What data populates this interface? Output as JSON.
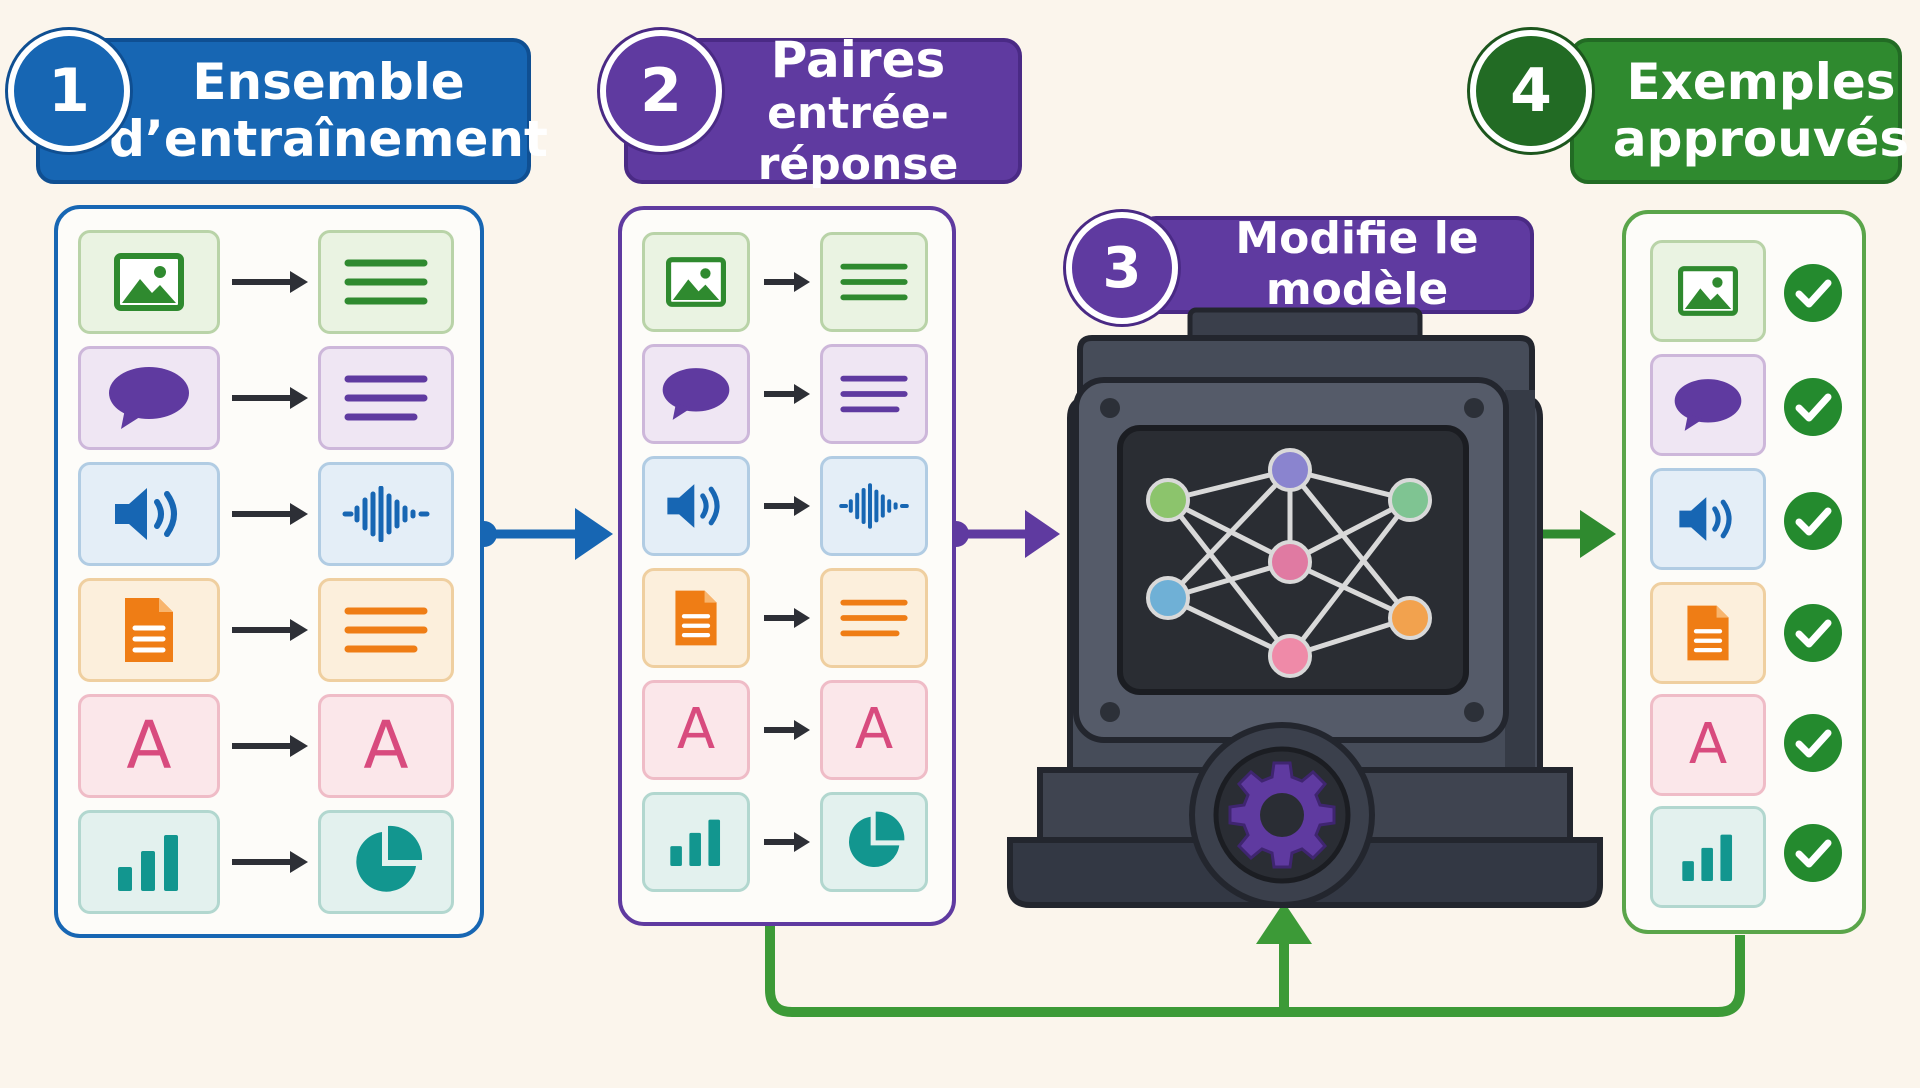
{
  "steps": [
    {
      "number": "1",
      "title_line1": "Ensemble",
      "title_line2": "d’entraînement"
    },
    {
      "number": "2",
      "title_line1": "Paires",
      "title_line2": "entrée-réponse"
    },
    {
      "number": "3",
      "title_line1": "Modifie le modèle"
    },
    {
      "number": "4",
      "title_line1": "Exemples",
      "title_line2": "approuvés"
    }
  ],
  "letter": "A",
  "colors": {
    "blue": "#1766b3",
    "purple": "#5f3aa0",
    "green": "#2f8a2f",
    "dark_green": "#226b24",
    "machine": "#3a3f4b",
    "screen": "#2a2d33",
    "check": "#248a2e"
  },
  "row_icons": [
    "image-icon",
    "speech-bubble-icon",
    "speaker-icon",
    "document-icon",
    "letter-a-icon",
    "bar-chart-icon"
  ],
  "output_icons": [
    "text-lines-icon",
    "text-lines-icon",
    "waveform-icon",
    "text-lines-icon",
    "letter-a-icon",
    "pie-chart-icon"
  ]
}
